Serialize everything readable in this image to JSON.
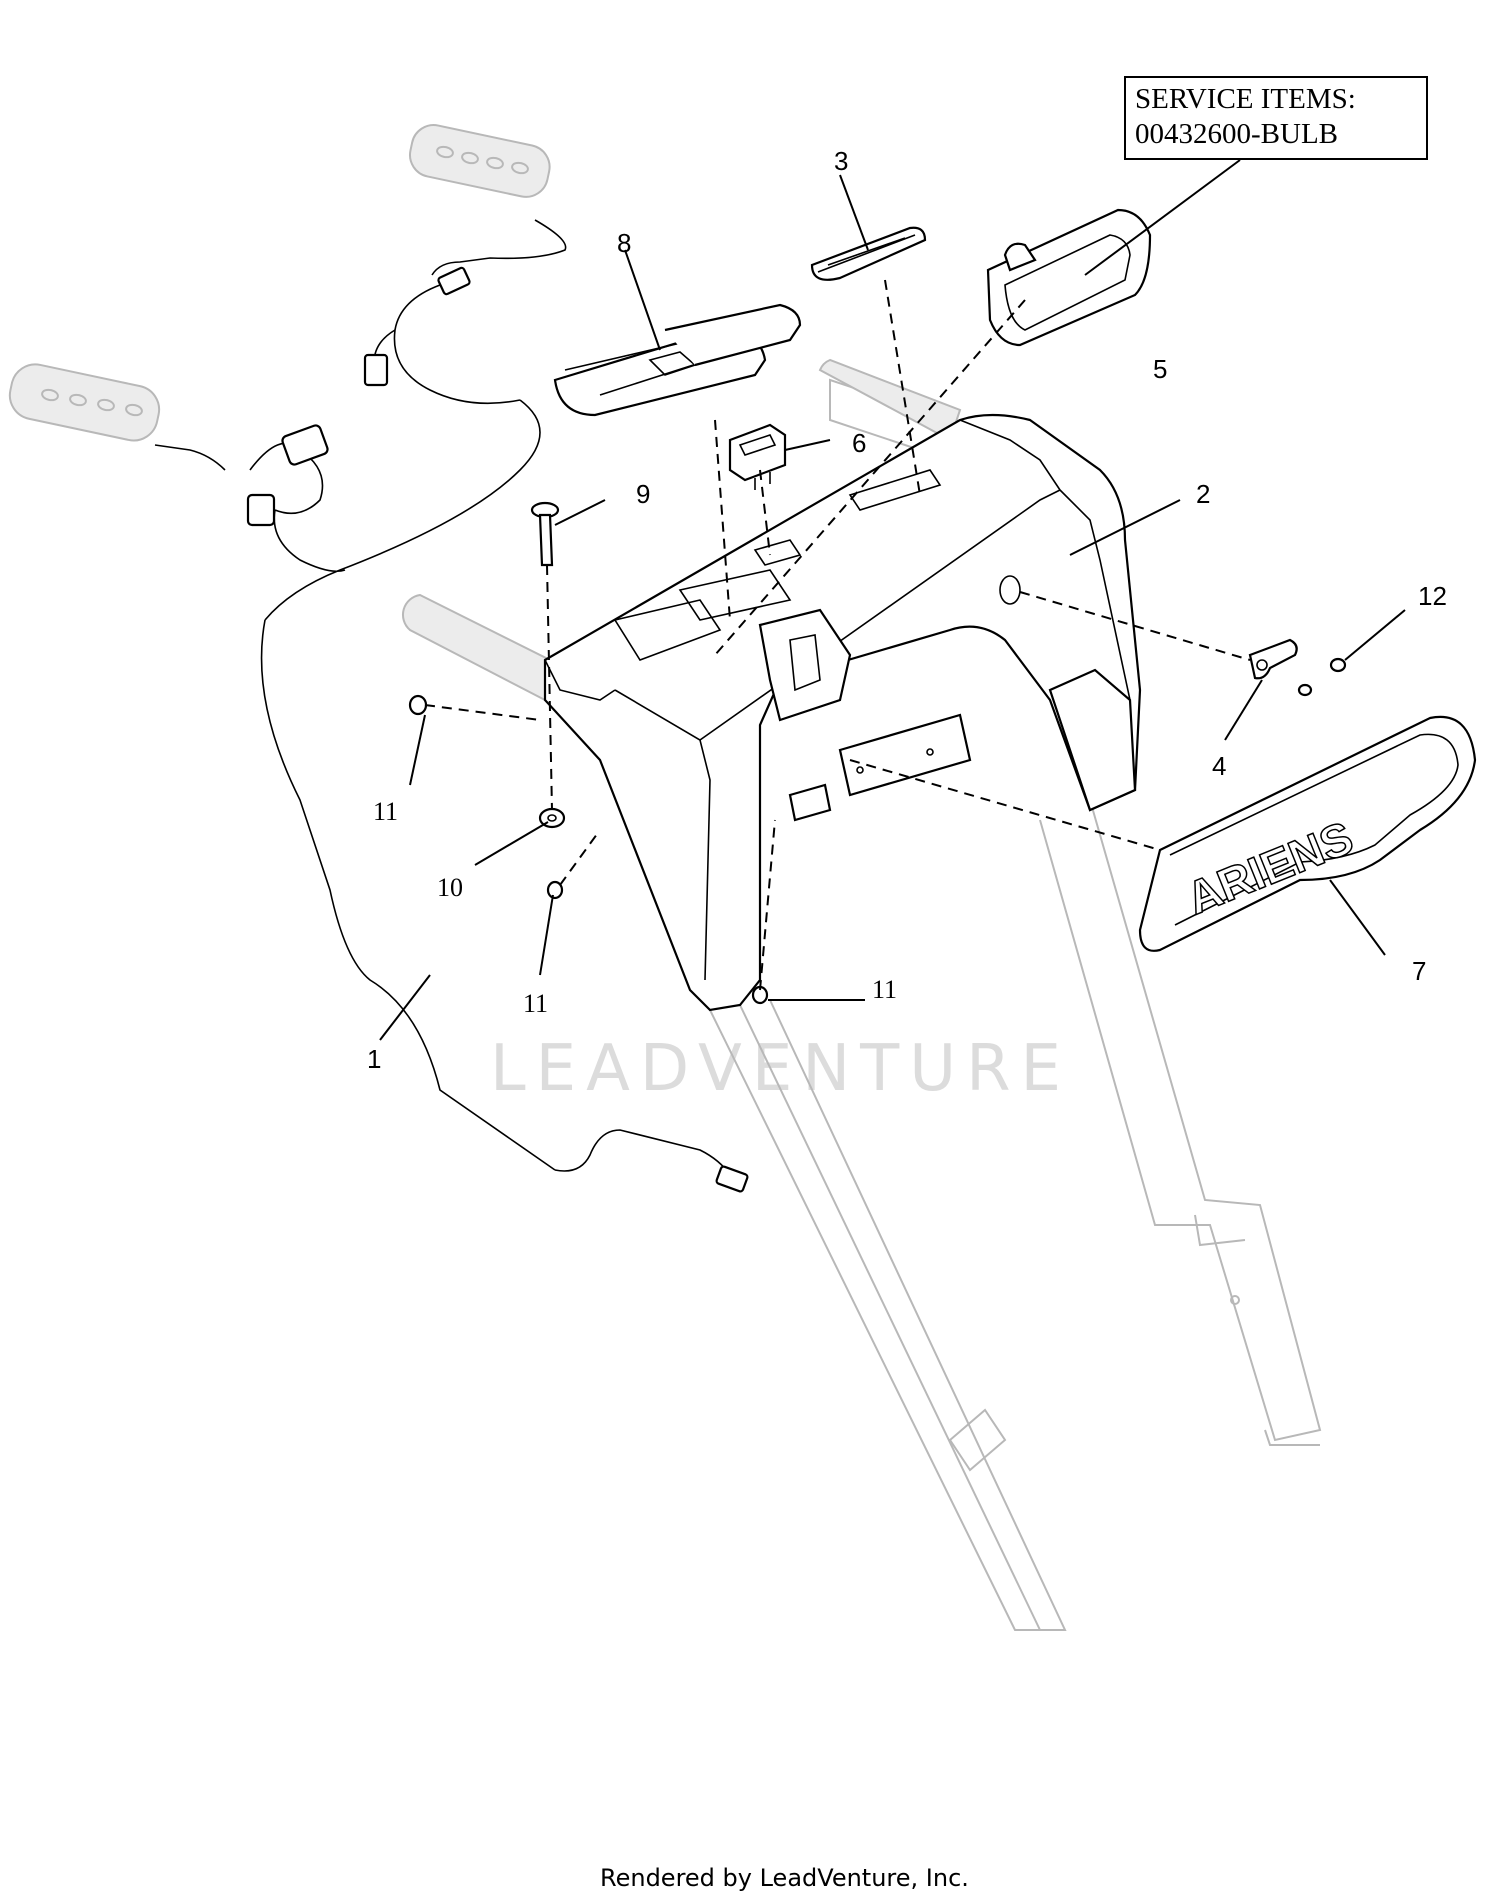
{
  "service_box": {
    "line1": "SERVICE ITEMS:",
    "line2": "00432600-BULB"
  },
  "callouts": [
    {
      "id": "1",
      "label": "1"
    },
    {
      "id": "2",
      "label": "2"
    },
    {
      "id": "3",
      "label": "3"
    },
    {
      "id": "4",
      "label": "4"
    },
    {
      "id": "5",
      "label": "5"
    },
    {
      "id": "6",
      "label": "6"
    },
    {
      "id": "7",
      "label": "7"
    },
    {
      "id": "8",
      "label": "8"
    },
    {
      "id": "9",
      "label": "9"
    },
    {
      "id": "10",
      "label": "10"
    },
    {
      "id": "11a",
      "label": "11"
    },
    {
      "id": "11b",
      "label": "11"
    },
    {
      "id": "11c",
      "label": "11"
    },
    {
      "id": "12",
      "label": "12"
    }
  ],
  "panel_brand": "ARIENS",
  "watermark": "LEADVENTURE",
  "footer": "Rendered by LeadVenture, Inc."
}
